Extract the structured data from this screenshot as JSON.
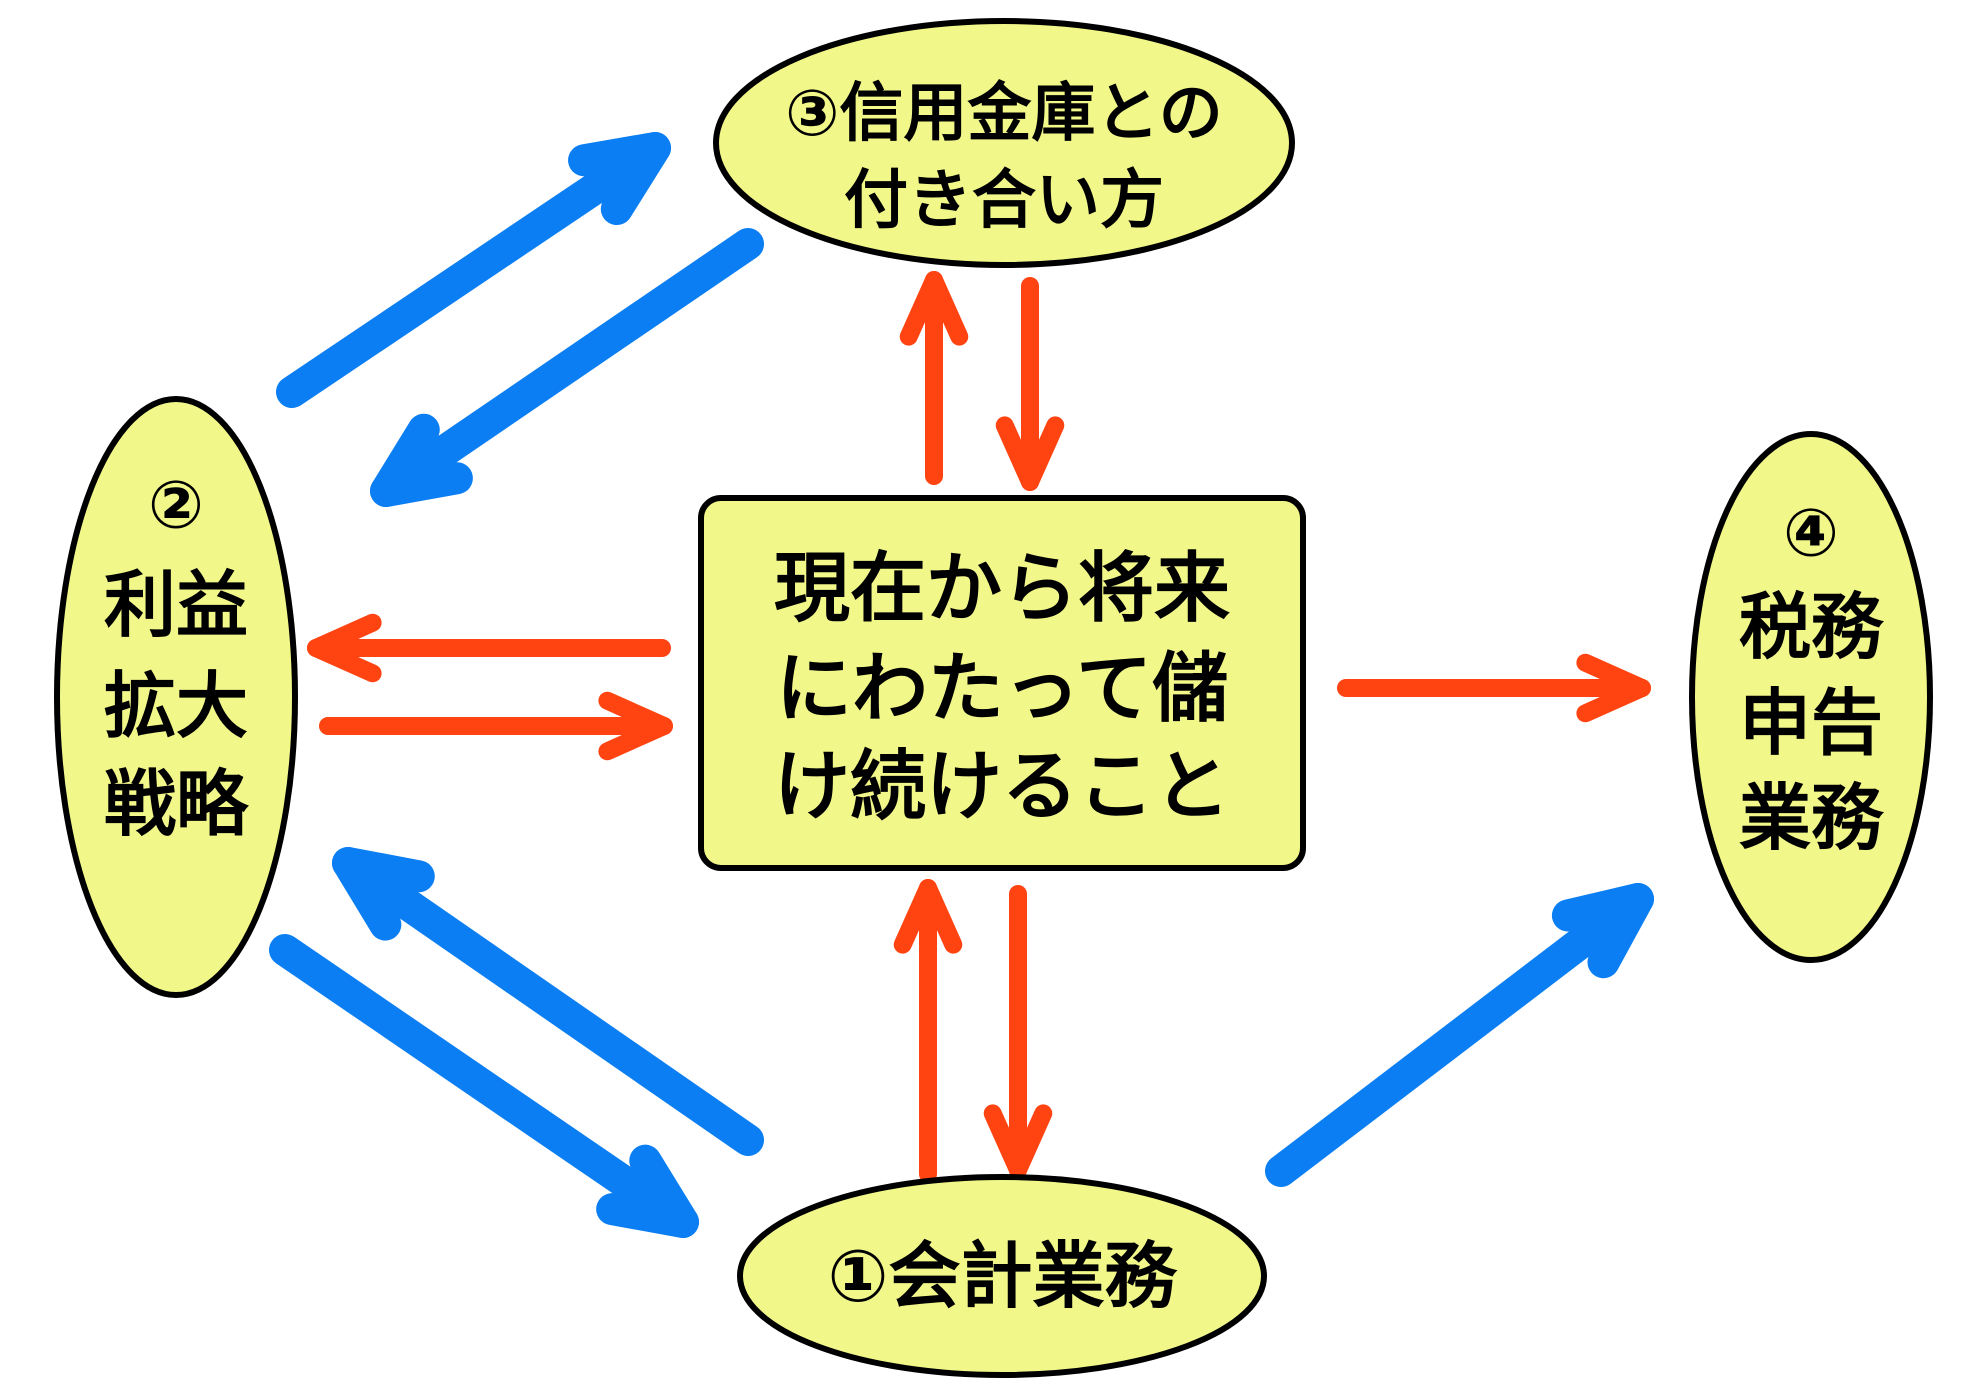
{
  "colors": {
    "node_fill": "#f2f78a",
    "outline": "#000000",
    "blue_arrow": "#0a7ef2",
    "red_arrow": "#ff4412"
  },
  "nodes": {
    "center": {
      "lines": [
        "現在から将来",
        "にわたって儲",
        "け続けること"
      ]
    },
    "bank": {
      "lines": [
        "③信用金庫との",
        "付き合い方"
      ]
    },
    "profit": {
      "lines": [
        "②",
        "利益",
        "拡大",
        "戦略"
      ]
    },
    "tax": {
      "lines": [
        "④",
        "税務",
        "申告",
        "業務"
      ]
    },
    "accounting": {
      "lines": [
        "①会計業務"
      ]
    }
  },
  "edges": [
    {
      "from": "profit",
      "to": "bank",
      "style": "blue"
    },
    {
      "from": "bank",
      "to": "profit",
      "style": "blue"
    },
    {
      "from": "profit",
      "to": "accounting",
      "style": "blue"
    },
    {
      "from": "accounting",
      "to": "profit",
      "style": "blue"
    },
    {
      "from": "accounting",
      "to": "tax",
      "style": "blue"
    },
    {
      "from": "center",
      "to": "bank",
      "style": "red"
    },
    {
      "from": "bank",
      "to": "center",
      "style": "red"
    },
    {
      "from": "center",
      "to": "profit",
      "style": "red"
    },
    {
      "from": "profit",
      "to": "center",
      "style": "red"
    },
    {
      "from": "center",
      "to": "tax",
      "style": "red"
    },
    {
      "from": "accounting",
      "to": "center",
      "style": "red"
    },
    {
      "from": "center",
      "to": "accounting",
      "style": "red"
    }
  ]
}
